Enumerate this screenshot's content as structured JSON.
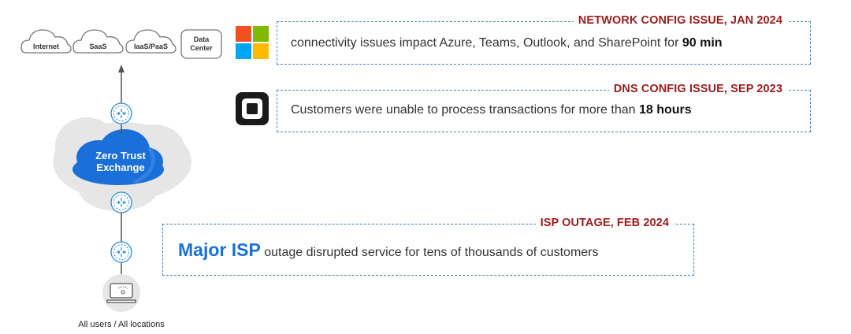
{
  "destinations": [
    "Internet",
    "SaaS",
    "IaaS/PaaS",
    "Data\nCenter"
  ],
  "hub_label": "Zero Trust\nExchange",
  "users_label": "All users / All locations",
  "incidents": [
    {
      "title": "NETWORK CONFIG ISSUE, JAN 2024",
      "text": "connectivity issues impact Azure, Teams, Outlook, and SharePoint for ",
      "emphasis": "90 min",
      "logo": "microsoft-logo"
    },
    {
      "title": "DNS CONFIG ISSUE, SEP 2023",
      "text": "Customers were unable to process transactions for more than ",
      "emphasis": "18 hours",
      "logo": "square-logo"
    },
    {
      "title": "ISP OUTAGE, FEB 2024",
      "lead": "Major ISP",
      "text": " outage disrupted service for tens of thousands of customers"
    }
  ],
  "colors": {
    "title": "#9b1c1c",
    "dash_border": "#3b82c4",
    "hub_blue": "#1a6fd8",
    "node_ring": "#2e8bd8",
    "ms_red": "#f25022",
    "ms_green": "#7fba00",
    "ms_blue": "#00a4ef",
    "ms_yellow": "#ffb900"
  }
}
